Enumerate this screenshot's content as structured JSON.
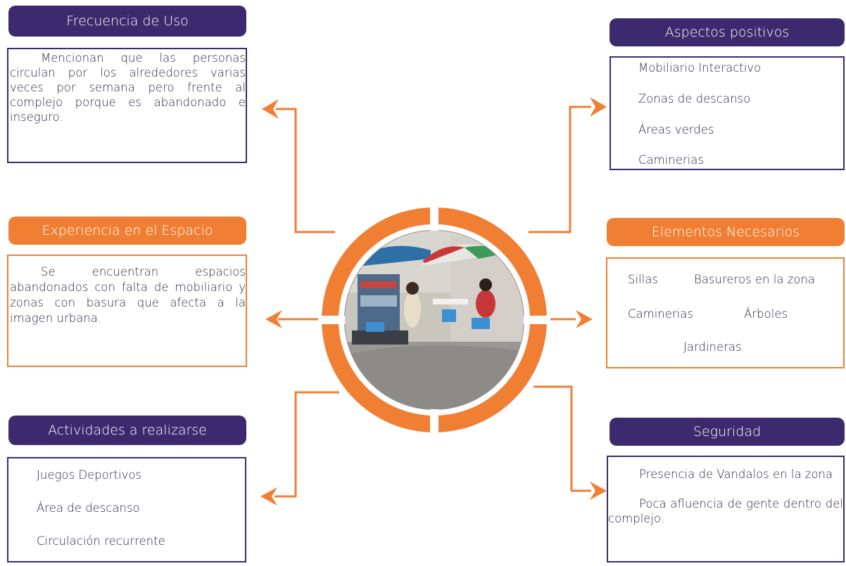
{
  "colors": {
    "purple": "#3d2a6e",
    "orange": "#f07f34"
  },
  "frecuencia": {
    "title": "Frecuencia de Uso",
    "text": "Mencionan que las personas circulan por los alrededores varias veces por semana pero frente al complejo porque es abandonado e inseguro."
  },
  "experiencia": {
    "title": "Experiencia en el Espacio",
    "text": "Se encuentran espacios abandonados con falta de mobiliario y zonas con basura que afecta a la imagen urbana."
  },
  "actividades": {
    "title": "Actividades a realizarse",
    "items": [
      "Juegos Deportivos",
      "Área de descanso",
      "Circulación recurrente"
    ]
  },
  "positivos": {
    "title": "Aspectos positivos",
    "items": [
      "Mobiliario Interactivo",
      "Zonas de descanso",
      "Áreas verdes",
      "Caminerias"
    ]
  },
  "necesarios": {
    "title": "Elementos Necesarios",
    "items": [
      "Sillas",
      "Basureros en la zona",
      "Caminerias",
      "Árboles",
      "Jardineras"
    ]
  },
  "seguridad": {
    "title": "Seguridad",
    "paragraphs": [
      "Presencia de Vandalos en la zona",
      "Poca afluencia de gente dentro del complejo."
    ]
  }
}
